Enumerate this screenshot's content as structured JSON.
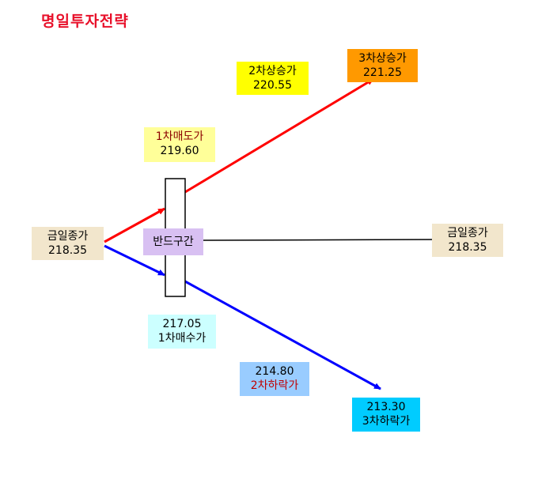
{
  "title": "명일투자전략",
  "band": {
    "label": "반드구간"
  },
  "close_left": {
    "label": "금일종가",
    "value": "218.35"
  },
  "close_right": {
    "label": "금일종가",
    "value": "218.35"
  },
  "sell1": {
    "label": "1차매도가",
    "value": "219.60"
  },
  "rise2": {
    "label": "2차상승가",
    "value": "220.55"
  },
  "rise3": {
    "label": "3차상승가",
    "value": "221.25"
  },
  "buy1": {
    "value": "217.05",
    "label": "1차매수가"
  },
  "fall2": {
    "value": "214.80",
    "label": "2차하락가"
  },
  "fall3": {
    "value": "213.30",
    "label": "3차하락가"
  },
  "colors": {
    "title": "#e8102a",
    "up_arrow": "#ff0000",
    "down_arrow": "#0000ff",
    "beige": "#f2e6cc",
    "yellow": "#ffff00",
    "orange": "#ff9900",
    "light_yellow": "#ffff99",
    "light_cyan": "#ccffff",
    "light_blue": "#99ccff",
    "cyan": "#00ccff",
    "lavender": "#d8c0f2"
  }
}
